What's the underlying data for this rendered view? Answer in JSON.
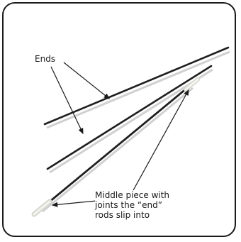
{
  "labels": {
    "ends": "Ends",
    "middle_line1": "Middle piece with",
    "middle_line2": "joints the “end”",
    "middle_line3": "rods slip into"
  },
  "colors": {
    "rod": "#1f1f1f",
    "tip": "#e6e6e0",
    "frame": "#1a1a1a"
  }
}
